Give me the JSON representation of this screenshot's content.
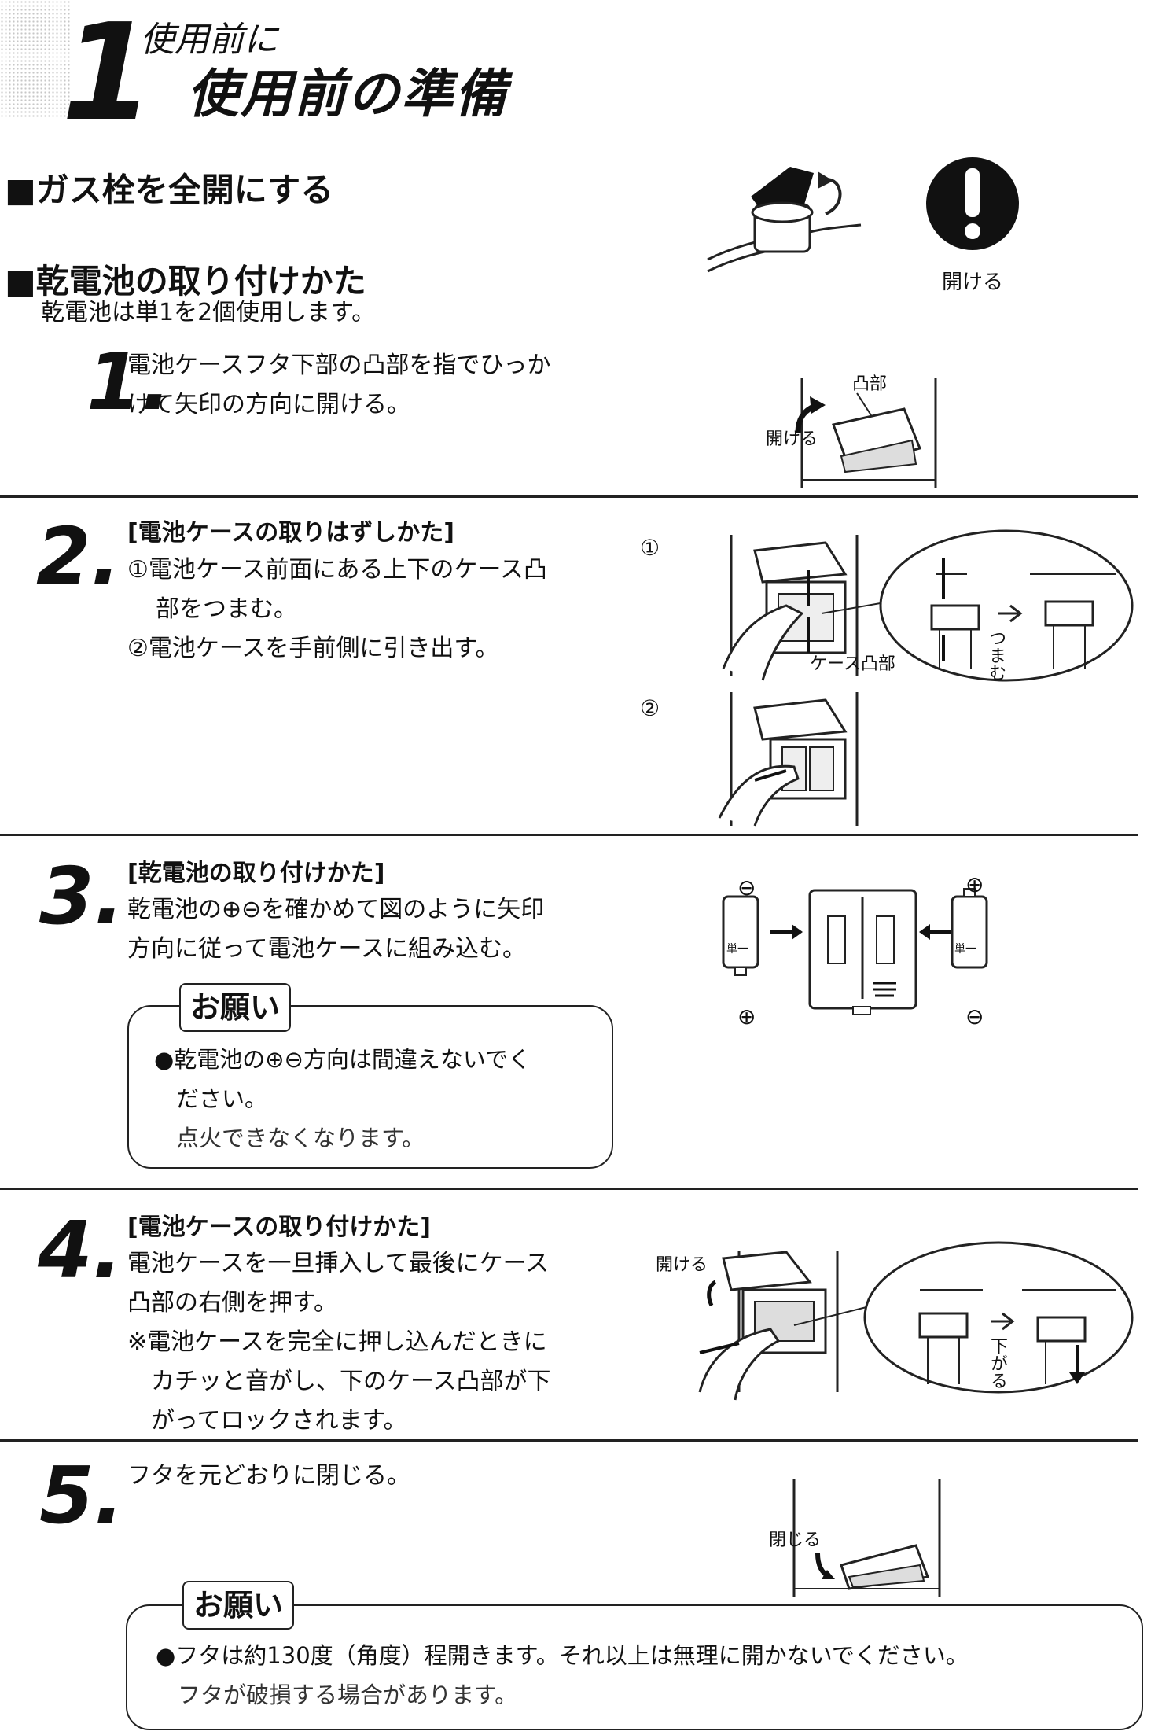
{
  "header": {
    "chapter_number": "1",
    "subtitle": "使用前に",
    "title": "使用前の準備"
  },
  "gas": {
    "heading": "ガス栓を全開にする",
    "label_open": "開ける"
  },
  "battery": {
    "heading": "乾電池の取り付けかた",
    "intro": "乾電池は単1を2個使用します。"
  },
  "steps": [
    {
      "number": "1.",
      "lines": [
        "電池ケースフタ下部の凸部を指でひっか",
        "けて矢印の方向に開ける。"
      ],
      "fig_label_convex": "凸部",
      "fig_label_open": "開ける"
    },
    {
      "number": "2.",
      "heading": "[電池ケースの取りはずしかた]",
      "lines": [
        "①電池ケース前面にある上下のケース凸",
        "部をつまむ。",
        "②電池ケースを手前側に引き出す。"
      ],
      "fig_marker_1": "①",
      "fig_marker_2": "②",
      "fig_label_case": "ケース凸部",
      "fig_label_pinch": "つまむ"
    },
    {
      "number": "3.",
      "heading": "[乾電池の取り付けかた]",
      "lines": [
        "乾電池の⊕⊖を確かめて図のように矢印",
        "方向に従って電池ケースに組み込む。"
      ],
      "note_label": "お願い",
      "note_lines": [
        "●乾電池の⊕⊖方向は間違えないでく",
        "ださい。",
        "点火できなくなります。"
      ],
      "fig_plus": "⊕",
      "fig_minus": "⊖",
      "fig_cell": "単一"
    },
    {
      "number": "4.",
      "heading": "[電池ケースの取り付けかた]",
      "lines": [
        "電池ケースを一旦挿入して最後にケース",
        "凸部の右側を押す。",
        "※電池ケースを完全に押し込んだときに",
        "カチッと音がし、下のケース凸部が下",
        "がってロックされます。"
      ],
      "fig_label_open": "開ける",
      "fig_label_down": "下がる"
    },
    {
      "number": "5.",
      "lines": [
        "フタを元どおりに閉じる。"
      ],
      "fig_label_close": "閉じる"
    }
  ],
  "final_note": {
    "label": "お願い",
    "lines": [
      "●フタは約130度（角度）程開きます。それ以上は無理に開かないでください。",
      "フタが破損する場合があります。"
    ]
  }
}
